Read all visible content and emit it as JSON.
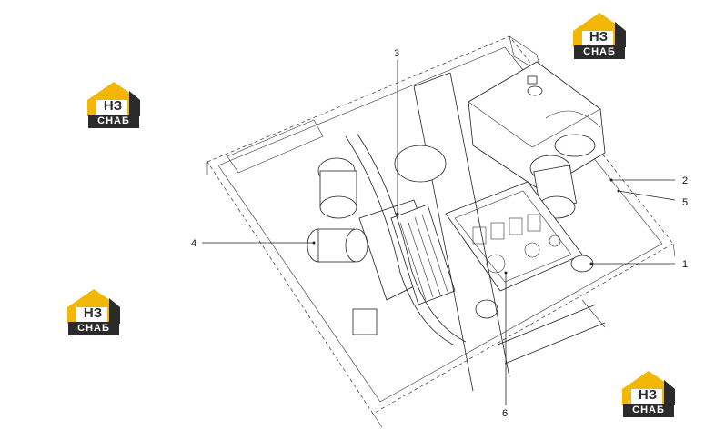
{
  "callouts": [
    {
      "id": "1",
      "label": "1"
    },
    {
      "id": "2",
      "label": "2"
    },
    {
      "id": "3",
      "label": "3"
    },
    {
      "id": "4",
      "label": "4"
    },
    {
      "id": "5",
      "label": "5"
    },
    {
      "id": "6",
      "label": "6"
    }
  ],
  "logo": {
    "mark": "НЗ",
    "caption": "СНАБ"
  },
  "colors": {
    "logo_yellow": "#f2b705",
    "logo_dark": "#2b2b2b",
    "line": "#222222"
  }
}
